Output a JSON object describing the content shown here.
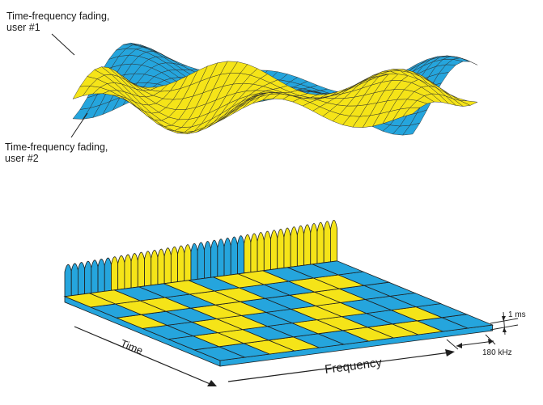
{
  "labels": {
    "user1_line1": "Time-frequency fading,",
    "user1_line2": "user #1",
    "user2_line1": "Time-frequency fading,",
    "user2_line2": "user #2",
    "time_axis": "Time",
    "frequency_axis": "Frequency",
    "slot_duration": "1 ms",
    "rb_bandwidth": "180 kHz"
  },
  "colors": {
    "user1": "#25a5dd",
    "user2": "#f5e418",
    "outline": "#1f1f1f"
  },
  "grid": {
    "time_slots": 6,
    "frequency_blocks": 11,
    "assignment_rows_front_to_back": [
      [
        1,
        1,
        2,
        2,
        1,
        1,
        2,
        2,
        2,
        1,
        1
      ],
      [
        1,
        2,
        2,
        1,
        1,
        2,
        2,
        1,
        1,
        2,
        1
      ],
      [
        1,
        1,
        2,
        2,
        1,
        1,
        2,
        2,
        1,
        1,
        1
      ],
      [
        2,
        1,
        1,
        2,
        2,
        1,
        1,
        2,
        2,
        1,
        1
      ],
      [
        1,
        2,
        2,
        1,
        2,
        2,
        1,
        1,
        2,
        2,
        1
      ],
      [
        2,
        2,
        1,
        1,
        2,
        1,
        2,
        2,
        1,
        1,
        1
      ]
    ]
  },
  "spectrum_strip": {
    "pulse_colors": [
      1,
      1,
      1,
      1,
      1,
      1,
      1,
      2,
      2,
      2,
      2,
      2,
      2,
      2,
      2,
      2,
      2,
      2,
      2,
      1,
      1,
      1,
      1,
      1,
      1,
      1,
      1,
      2,
      2,
      2,
      2,
      2,
      2,
      2,
      2,
      2,
      2,
      2,
      2,
      2,
      2
    ]
  }
}
